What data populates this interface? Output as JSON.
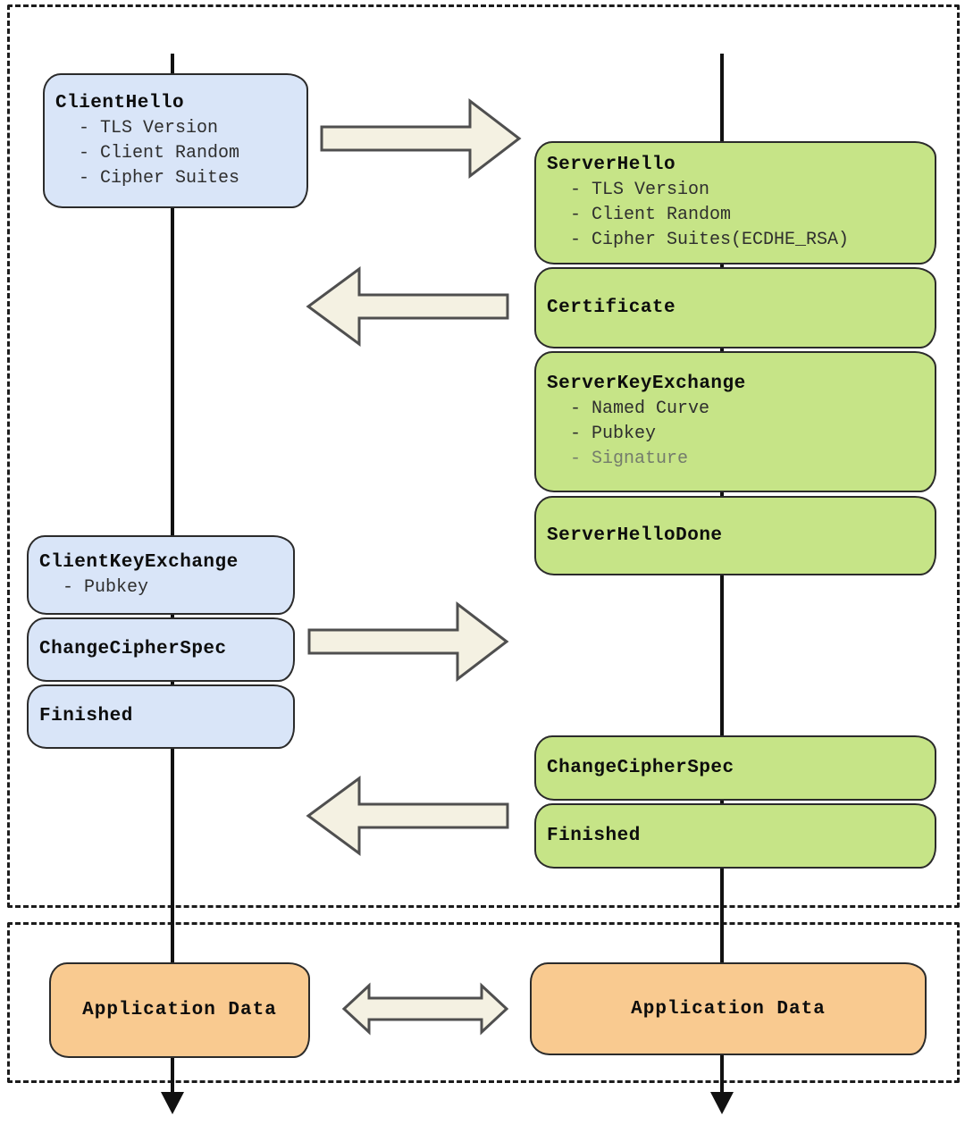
{
  "boxes": {
    "client_hello": {
      "title": "ClientHello",
      "items": [
        "- TLS Version",
        "- Client Random",
        "- Cipher Suites"
      ]
    },
    "server_hello": {
      "title": "ServerHello",
      "items": [
        "- TLS Version",
        "- Client Random",
        "- Cipher Suites(ECDHE_RSA)"
      ]
    },
    "certificate": {
      "title": "Certificate"
    },
    "server_key_exchange": {
      "title": "ServerKeyExchange",
      "items": [
        "- Named Curve",
        "- Pubkey",
        "- Signature"
      ]
    },
    "server_hello_done": {
      "title": "ServerHelloDone"
    },
    "client_key_exchange": {
      "title": "ClientKeyExchange",
      "items": [
        "- Pubkey"
      ]
    },
    "change_cipher_spec_client": {
      "title": "ChangeCipherSpec"
    },
    "finished_client": {
      "title": "Finished"
    },
    "change_cipher_spec_server": {
      "title": "ChangeCipherSpec"
    },
    "finished_server": {
      "title": "Finished"
    },
    "application_data_client": {
      "label": "Application Data"
    },
    "application_data_server": {
      "label": "Application Data"
    }
  },
  "colors": {
    "client_fill": "#d9e5f8",
    "server_fill": "#c6e487",
    "app_fill": "#f9ca90",
    "arrow_fill": "#f4f1e2",
    "arrow_stroke": "#4f4f4f",
    "box_border": "#2b2b2b",
    "line_color": "#111111",
    "title_color": "#0d0d0d",
    "item_color": "#2e2e2e",
    "muted_color": "#747c6c"
  }
}
